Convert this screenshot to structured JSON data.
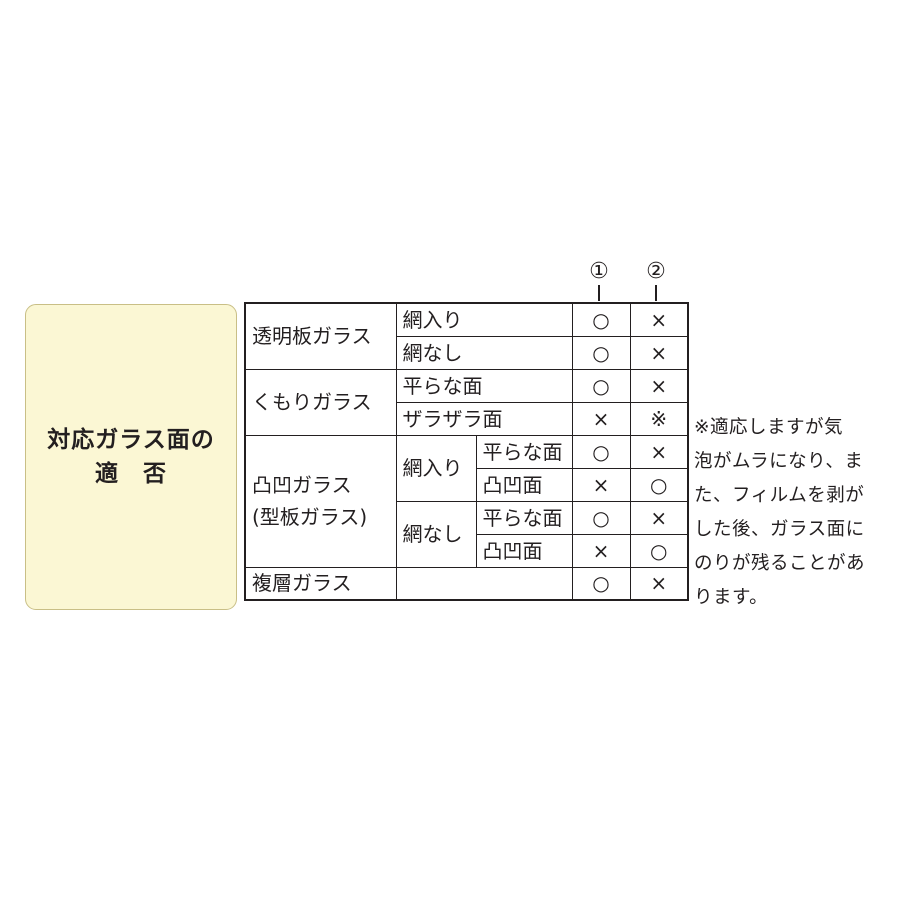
{
  "label": {
    "line1": "対応ガラス面の",
    "line2": "適　否"
  },
  "columns": {
    "c1": "①",
    "c2": "②"
  },
  "rows": {
    "clear": {
      "cat": "透明板ガラス",
      "wire": "網入り",
      "nowire": "網なし"
    },
    "frosted": {
      "cat": "くもりガラス",
      "flat": "平らな面",
      "rough": "ザラザラ面"
    },
    "figured": {
      "cat_line1": "凸凹ガラス",
      "cat_line2": "(型板ガラス)",
      "wire": "網入り",
      "nowire": "網なし",
      "flat": "平らな面",
      "bumpy": "凸凹面"
    },
    "multi": {
      "cat": "複層ガラス"
    }
  },
  "marks": {
    "clear_wire": [
      "○",
      "×"
    ],
    "clear_nowire": [
      "○",
      "×"
    ],
    "frosted_flat": [
      "○",
      "×"
    ],
    "frosted_rough": [
      "×",
      "※"
    ],
    "fig_wire_flat": [
      "○",
      "×"
    ],
    "fig_wire_bumpy": [
      "×",
      "○"
    ],
    "fig_nowire_flat": [
      "○",
      "×"
    ],
    "fig_nowire_bumpy": [
      "×",
      "○"
    ],
    "multi": [
      "○",
      "×"
    ]
  },
  "note": "※適応しますが気\n泡がムラになり、ま\nた、フィルムを剥が\nした後、ガラス面に\nのりが残ることがあ\nります。"
}
